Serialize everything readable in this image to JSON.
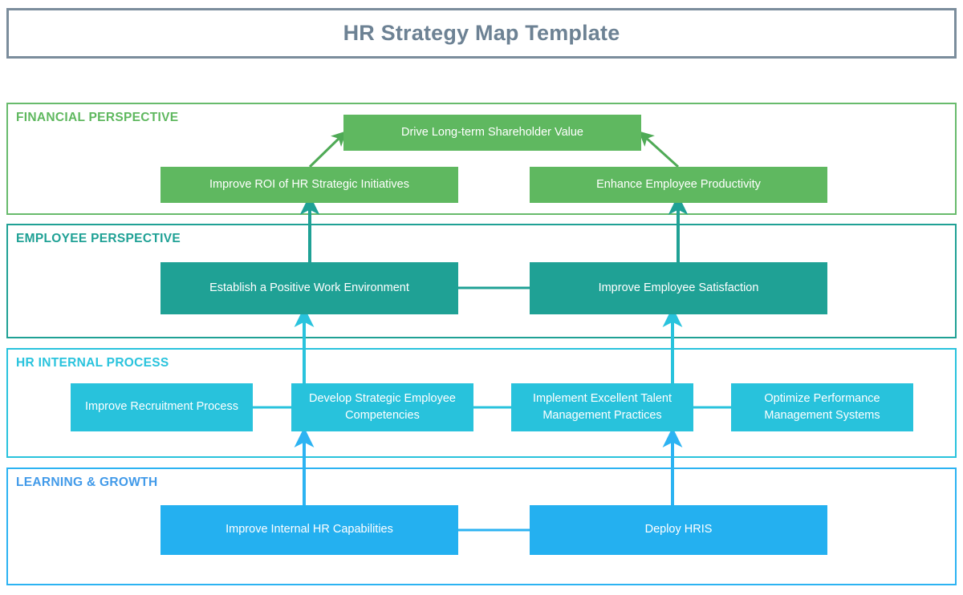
{
  "header": {
    "title": "HR Strategy Map Template",
    "border_color": "#7b8d9c",
    "text_color": "#6d8294"
  },
  "perspectives": [
    {
      "id": "financial",
      "label": "FINANCIAL PERSPECTIVE",
      "color": "#5fb85f",
      "border_color": "#68bb6c",
      "box_fill": "#5fb860",
      "nodes": [
        "Drive Long-term Shareholder Value",
        "Improve ROI of HR Strategic Initiatives",
        "Enhance Employee Productivity"
      ]
    },
    {
      "id": "employee",
      "label": "EMPLOYEE PERSPECTIVE",
      "color": "#1fa195",
      "border_color": "#1fa195",
      "box_fill": "#1fa195",
      "nodes": [
        "Establish a Positive Work Environment",
        "Improve Employee Satisfaction"
      ]
    },
    {
      "id": "process",
      "label": "HR INTERNAL PROCESS",
      "color": "#29c3dd",
      "border_color": "#29c3dd",
      "box_fill": "#28c2dc",
      "nodes": [
        "Improve Recruitment Process",
        "Develop Strategic Employee Competencies",
        "Implement Excellent Talent Management Practices",
        "Optimize Performance Management Systems"
      ]
    },
    {
      "id": "learning",
      "label": "LEARNING & GROWTH",
      "color": "#419ae9",
      "border_color": "#2cb3f2",
      "box_fill": "#24b0f0",
      "nodes": [
        "Improve Internal HR Capabilities",
        "Deploy HRIS"
      ]
    }
  ],
  "nodes": {
    "shareholder_value": "Drive Long-term Shareholder Value",
    "roi_initiatives": "Improve ROI of HR Strategic Initiatives",
    "employee_productivity": "Enhance Employee Productivity",
    "positive_work_environment": "Establish a Positive Work Environment",
    "employee_satisfaction": "Improve Employee Satisfaction",
    "recruitment_process": "Improve Recruitment Process",
    "employee_competencies": "Develop Strategic Employee Competencies",
    "talent_management": "Implement Excellent Talent Management Practices",
    "performance_management": "Optimize Performance Management Systems",
    "internal_hr_capabilities": "Improve Internal HR Capabilities",
    "deploy_hris": "Deploy HRIS"
  },
  "connector_colors": {
    "green_arrow": "#4faa56",
    "teal_arrow": "#1fa195",
    "cyan_arrow": "#29c3dd",
    "blue_arrow": "#2cb3f2"
  }
}
